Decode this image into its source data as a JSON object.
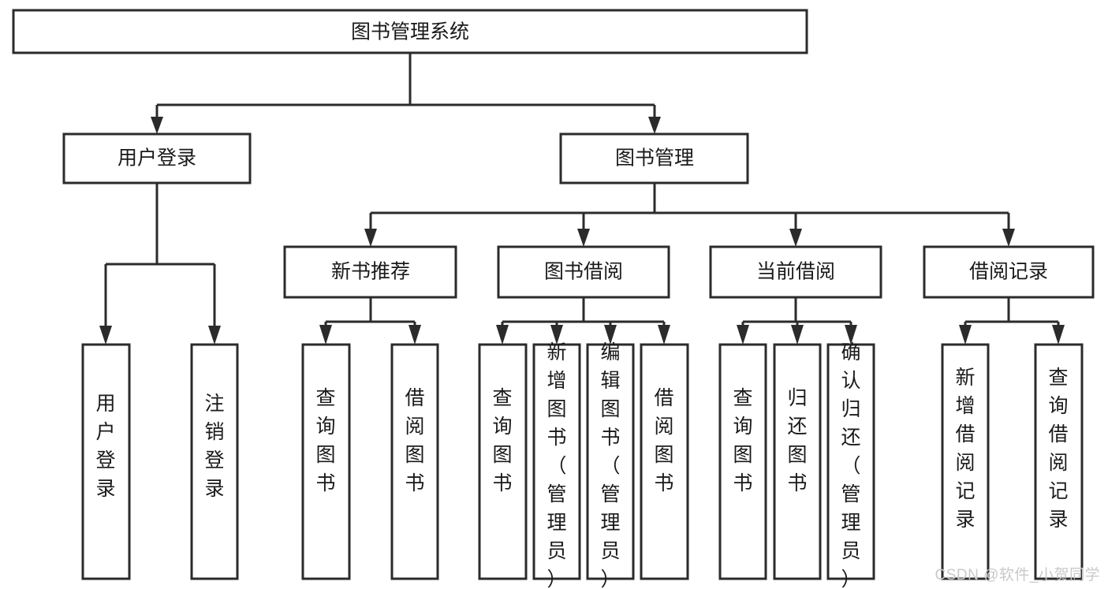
{
  "diagram": {
    "title": "图书管理系统",
    "type": "tree",
    "watermark": "CSDN @软件_小贺同学",
    "colors": {
      "background": "#ffffff",
      "box_fill": "#ffffff",
      "box_stroke": "#2b2b2b",
      "text": "#1a1a1a",
      "watermark": "#c9c9c9"
    },
    "root": {
      "label": "图书管理系统",
      "orientation": "horizontal"
    },
    "level2": [
      {
        "label": "用户登录",
        "orientation": "horizontal"
      },
      {
        "label": "图书管理",
        "orientation": "horizontal"
      }
    ],
    "level3": [
      {
        "label": "新书推荐",
        "orientation": "horizontal"
      },
      {
        "label": "图书借阅",
        "orientation": "horizontal"
      },
      {
        "label": "当前借阅",
        "orientation": "horizontal"
      },
      {
        "label": "借阅记录",
        "orientation": "horizontal"
      }
    ],
    "leaves": {
      "user_login": [
        {
          "label": "用户登录",
          "orientation": "vertical"
        },
        {
          "label": "注销登录",
          "orientation": "vertical"
        }
      ],
      "new_book_recommend": [
        {
          "label": "查询图书",
          "orientation": "vertical"
        },
        {
          "label": "借阅图书",
          "orientation": "vertical"
        }
      ],
      "book_borrow": [
        {
          "label": "查询图书",
          "orientation": "vertical"
        },
        {
          "label": "新增图书（管理员）",
          "orientation": "vertical"
        },
        {
          "label": "编辑图书（管理员）",
          "orientation": "vertical"
        },
        {
          "label": "借阅图书",
          "orientation": "vertical"
        }
      ],
      "current_borrow": [
        {
          "label": "查询图书",
          "orientation": "vertical"
        },
        {
          "label": "归还图书",
          "orientation": "vertical"
        },
        {
          "label": "确认归还（管理员）",
          "orientation": "vertical"
        }
      ],
      "borrow_record": [
        {
          "label": "新增借阅记录",
          "orientation": "vertical"
        },
        {
          "label": "查询借阅记录",
          "orientation": "vertical"
        }
      ]
    }
  }
}
